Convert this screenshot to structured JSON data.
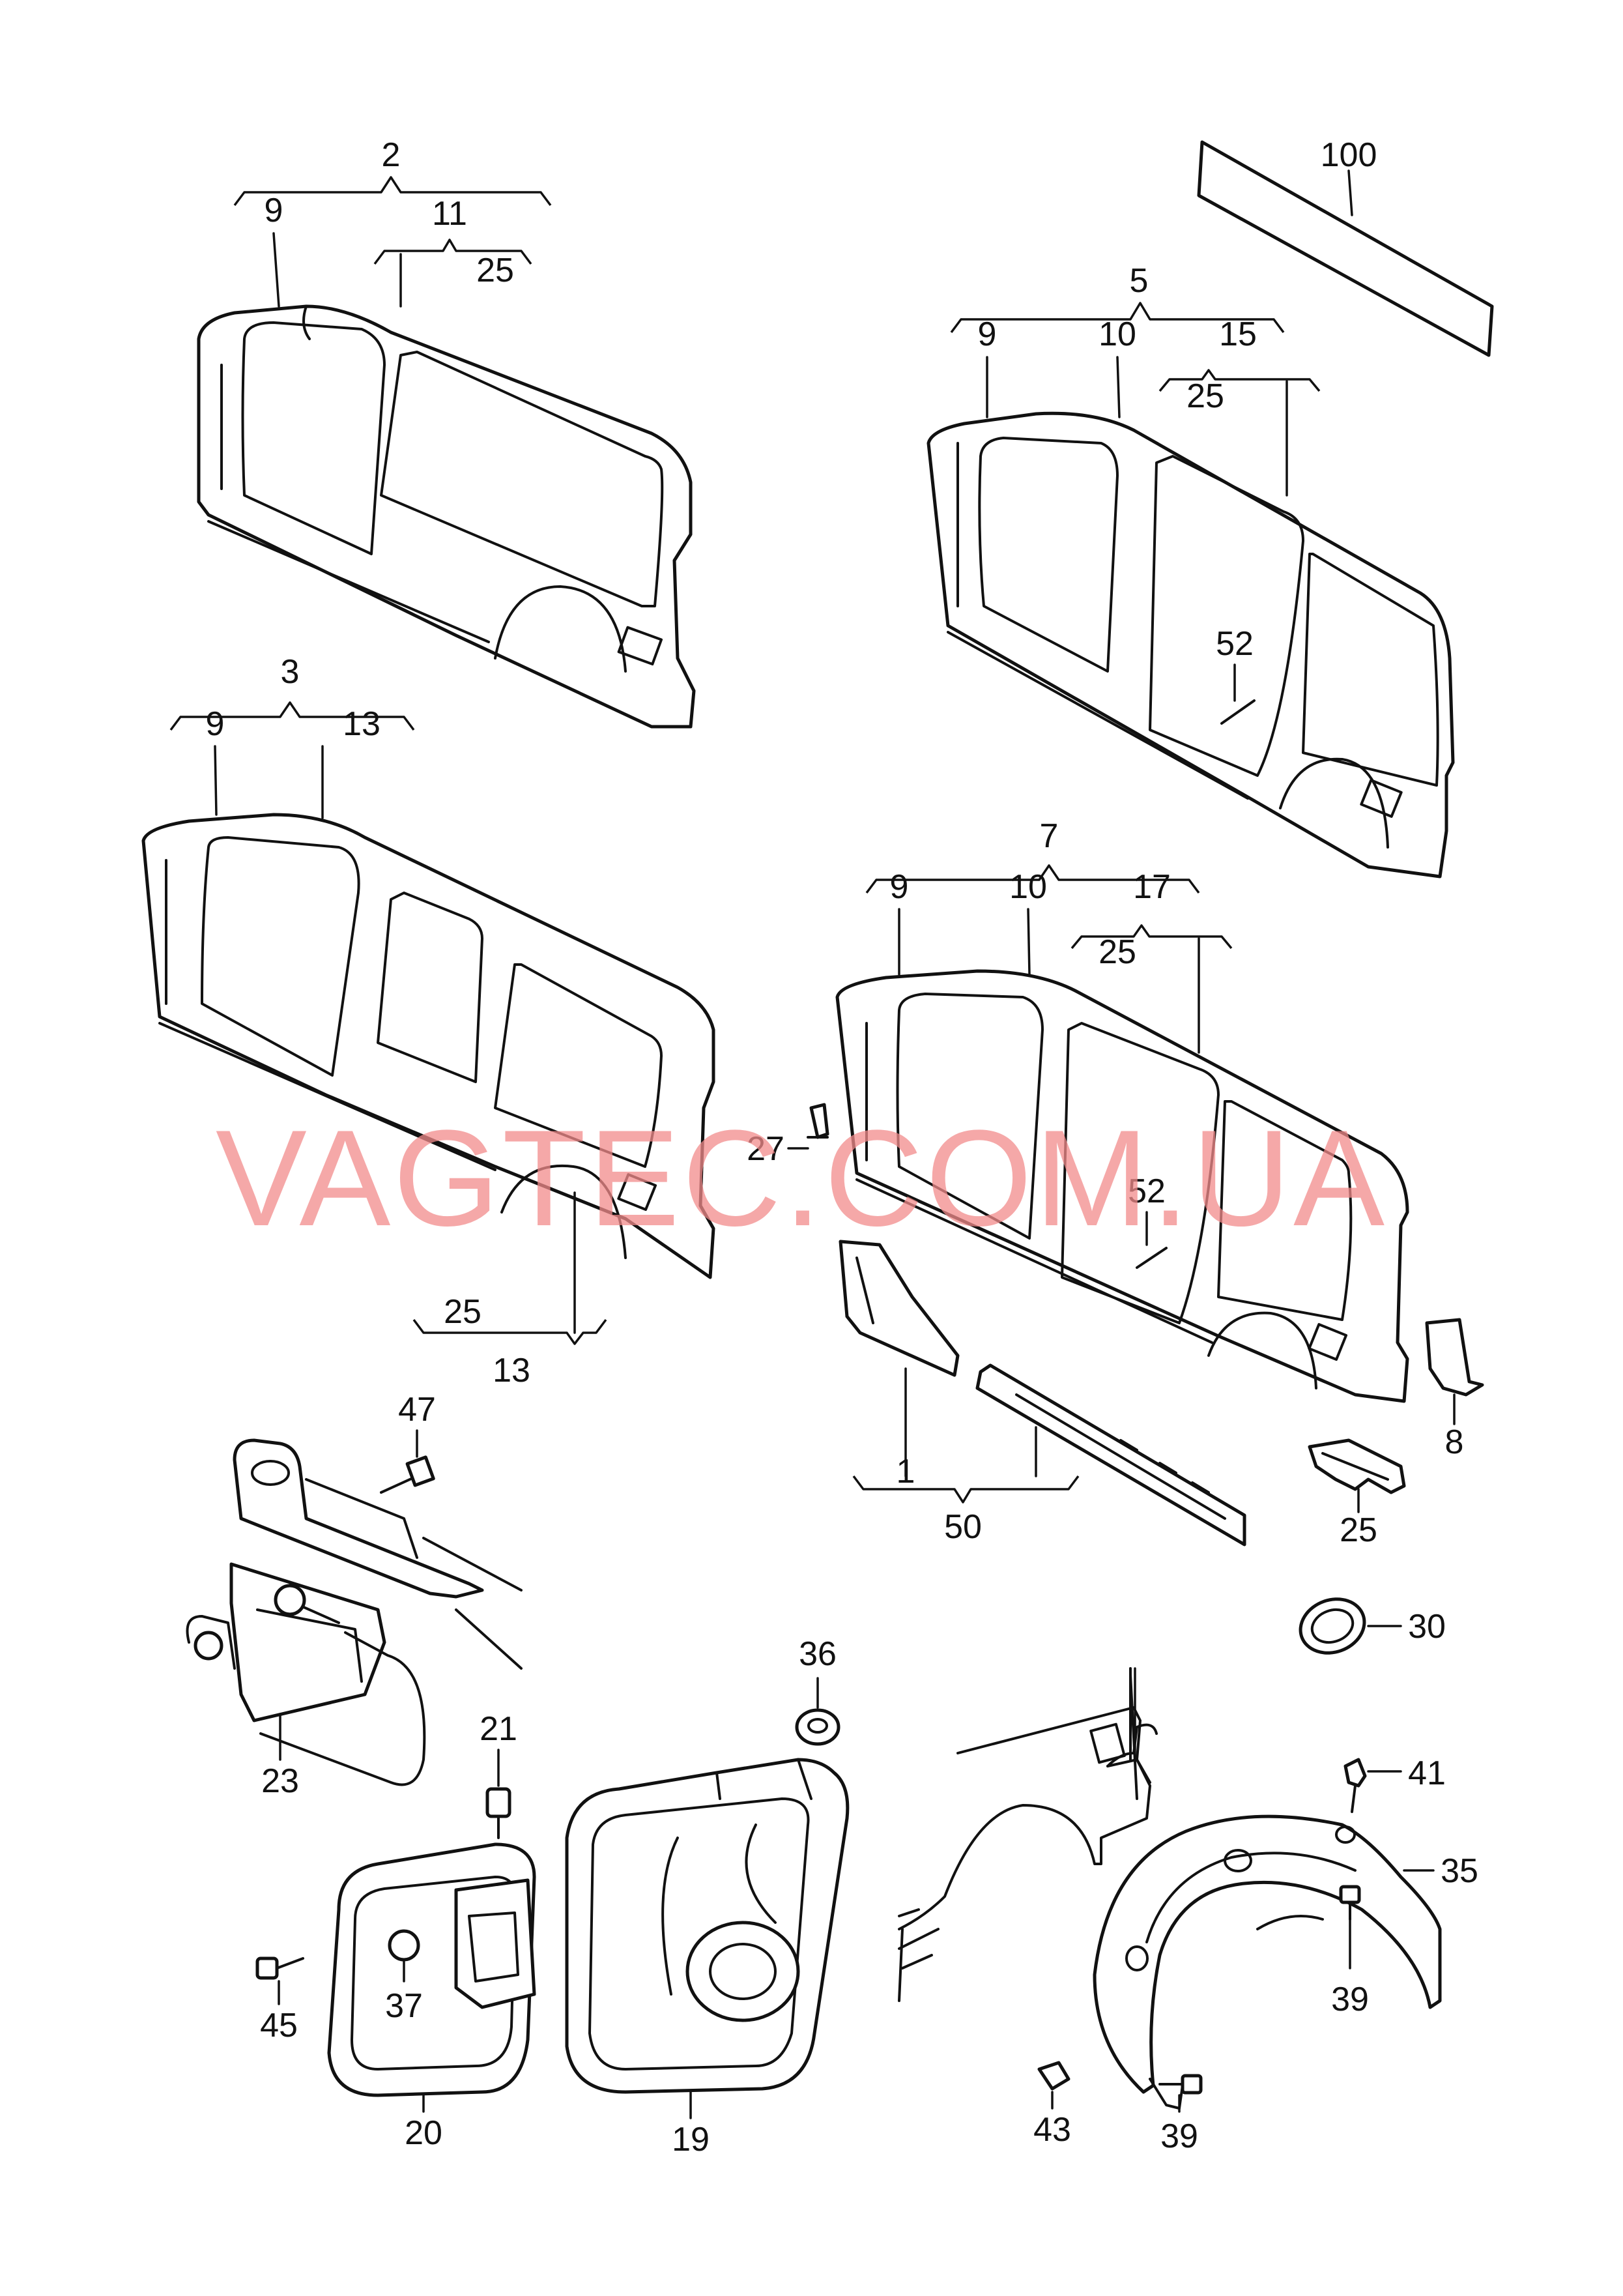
{
  "watermark": "VAGTEC.COM.UA",
  "labels": {
    "l100": "100",
    "l2": "2",
    "l2_9": "9",
    "l2_11": "11",
    "l2_25": "25",
    "l5": "5",
    "l5_9": "9",
    "l5_10": "10",
    "l5_15": "15",
    "l5_25": "25",
    "l5_52": "52",
    "l3": "3",
    "l3_9": "9",
    "l3_13": "13",
    "l7": "7",
    "l7_9": "9",
    "l7_10": "10",
    "l7_17": "17",
    "l7_25": "25",
    "l7_52": "52",
    "l27": "27",
    "l3b_25": "25",
    "l3b_13": "13",
    "l1": "1",
    "l50": "50",
    "l8": "8",
    "l25b": "25",
    "l47": "47",
    "l23": "23",
    "l21": "21",
    "l45": "45",
    "l37": "37",
    "l20": "20",
    "l36": "36",
    "l19": "19",
    "l30": "30",
    "l41": "41",
    "l35": "35",
    "l39a": "39",
    "l43": "43",
    "l39b": "39"
  }
}
